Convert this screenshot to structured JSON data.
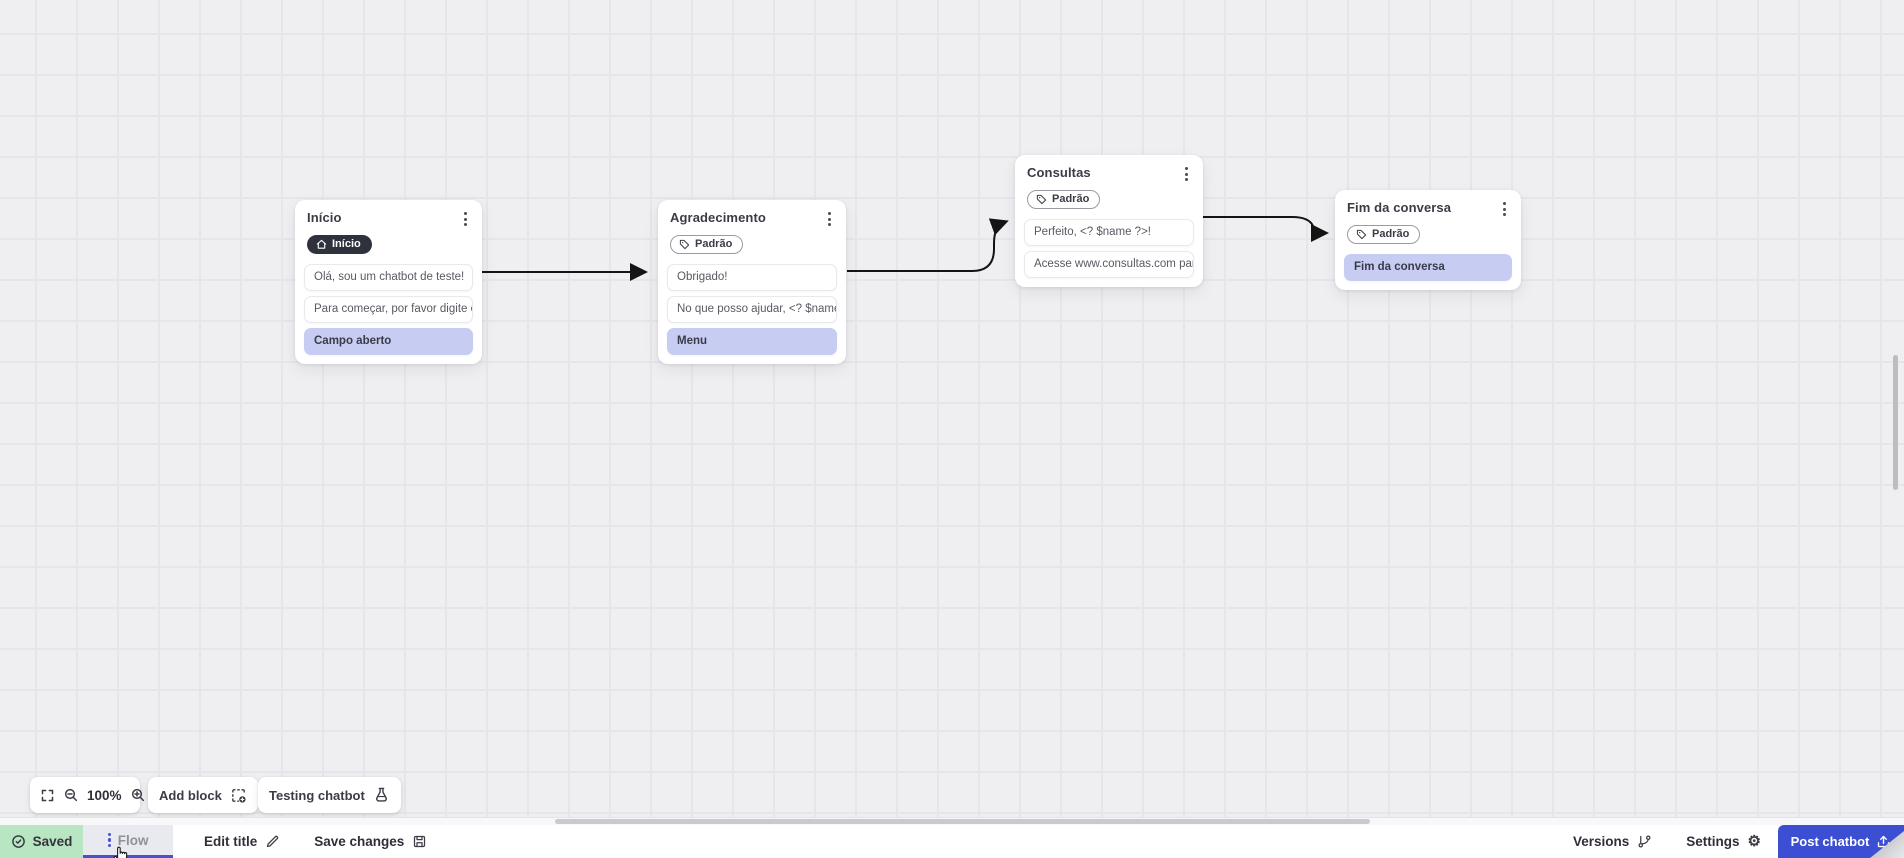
{
  "canvas": {
    "nodes": [
      {
        "id": "inicio",
        "title": "Início",
        "badge_label": "Início",
        "badge_type": "start",
        "cards": [
          {
            "text": "Olá, sou um chatbot de teste!",
            "variant": "message"
          },
          {
            "text": "Para começar, por favor digite o ...",
            "variant": "message"
          },
          {
            "text": "Campo aberto",
            "variant": "action"
          }
        ]
      },
      {
        "id": "agradecimento",
        "title": "Agradecimento",
        "badge_label": "Padrão",
        "badge_type": "default",
        "cards": [
          {
            "text": "Obrigado!",
            "variant": "message"
          },
          {
            "text": "No que posso ajudar, <? $name ...",
            "variant": "message"
          },
          {
            "text": "Menu",
            "variant": "action"
          }
        ]
      },
      {
        "id": "consultas",
        "title": "Consultas",
        "badge_label": "Padrão",
        "badge_type": "default",
        "cards": [
          {
            "text": "Perfeito, <? $name ?>!",
            "variant": "message"
          },
          {
            "text": "Acesse www.consultas.com par...",
            "variant": "message"
          }
        ]
      },
      {
        "id": "fim",
        "title": "Fim da conversa",
        "badge_label": "Padrão",
        "badge_type": "default",
        "cards": [
          {
            "text": "Fim da conversa",
            "variant": "action"
          }
        ]
      }
    ],
    "edges": [
      {
        "from": "inicio",
        "to": "agradecimento"
      },
      {
        "from": "agradecimento",
        "to": "consultas"
      },
      {
        "from": "consultas",
        "to": "fim"
      }
    ]
  },
  "toolbar": {
    "zoom_level": "100%",
    "add_block_label": "Add block",
    "testing_label": "Testing chatbot"
  },
  "statusbar": {
    "saved_label": "Saved",
    "flow_tab_label": "Flow",
    "edit_title_label": "Edit title",
    "save_changes_label": "Save changes",
    "versions_label": "Versions",
    "settings_label": "Settings",
    "post_label": "Post chatbot"
  },
  "icons": {
    "saved": "check-circle-icon",
    "flow_menu": "kebab-vertical-icon",
    "edit_title": "pencil-icon",
    "save_changes": "floppy-icon",
    "versions": "git-branch-icon",
    "settings": "gear-icon",
    "post": "upload-icon",
    "zoom_out": "magnifier-minus-icon",
    "zoom_in": "magnifier-plus-icon",
    "fullscreen": "fullscreen-icon",
    "add_block": "block-plus-icon",
    "testing": "flask-icon",
    "start_badge": "home-icon",
    "default_badge": "tag-icon"
  },
  "colors": {
    "accent": "#3c4fd2",
    "saved_bg": "#b9e6c2",
    "action_card_bg": "#c7ccf3",
    "start_badge_bg": "#2e323d",
    "canvas_bg": "#efeff1",
    "edge_stroke": "#141414"
  }
}
